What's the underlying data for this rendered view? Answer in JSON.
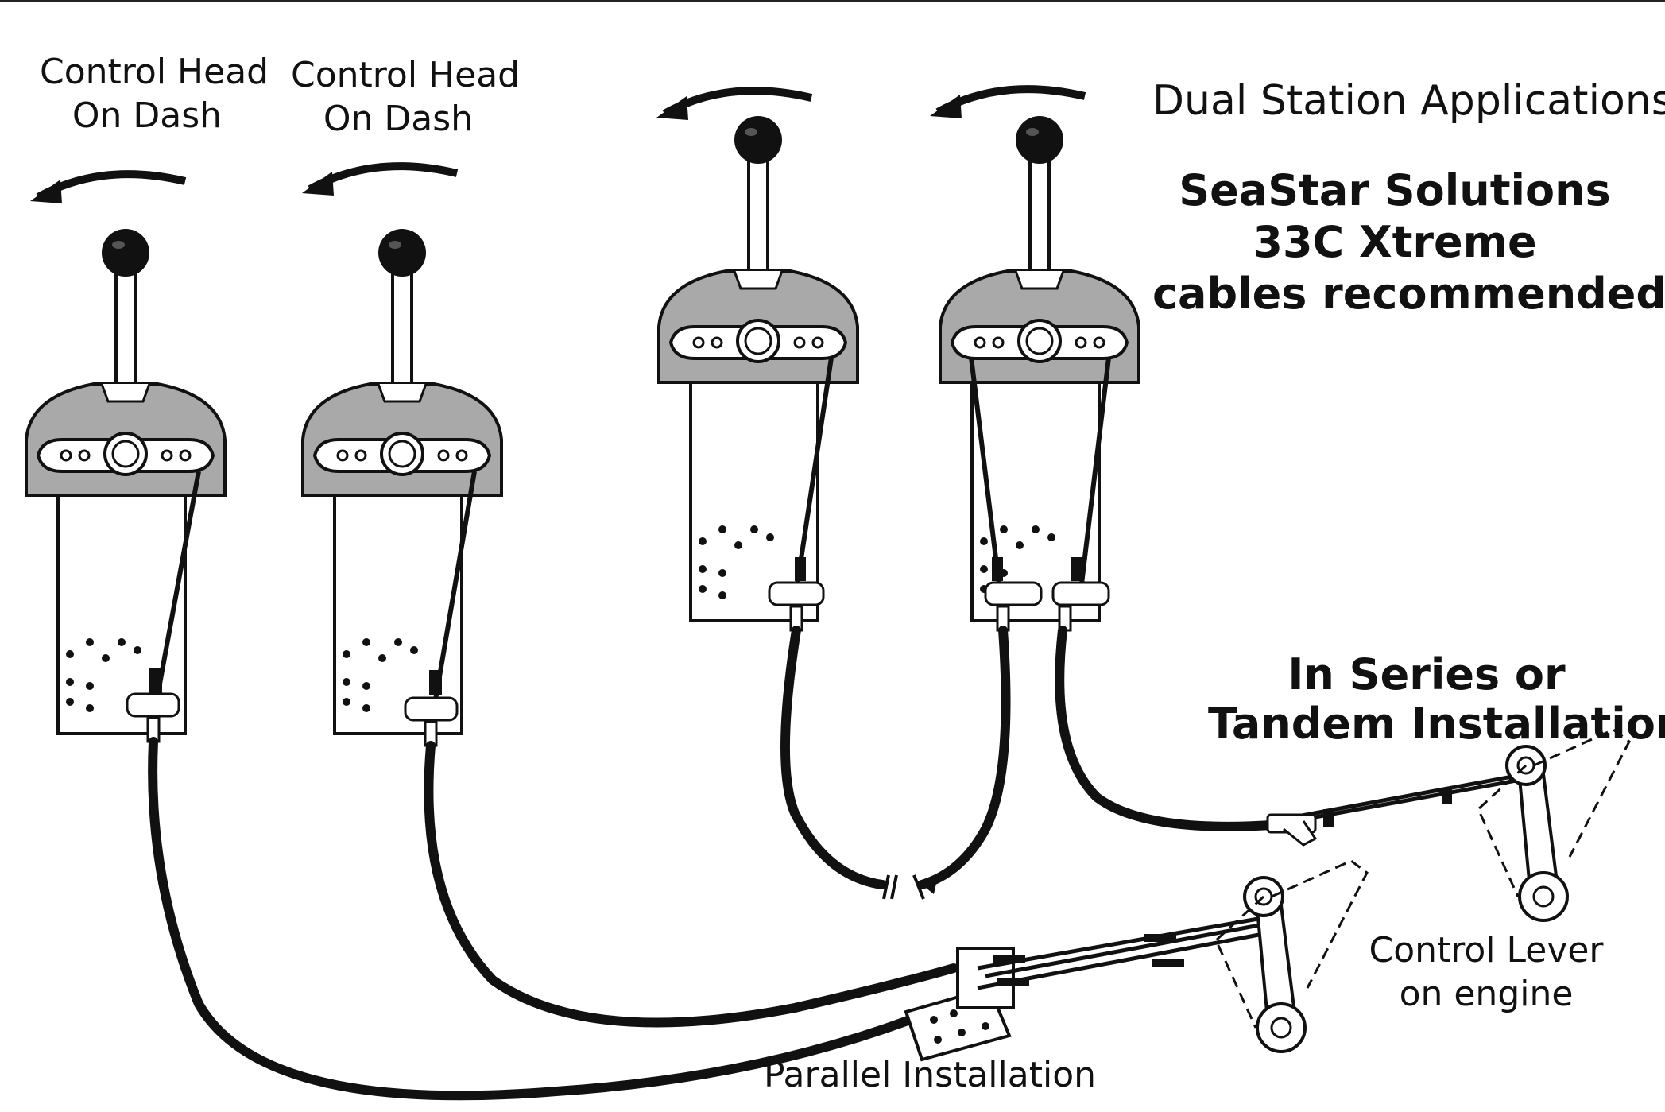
{
  "labels": {
    "head1": [
      "Control Head",
      "On Dash"
    ],
    "head2": [
      "Control Head",
      "On Dash"
    ],
    "dual_station": "Dual Station Applications",
    "recommend": [
      "SeaStar Solutions",
      "33C Xtreme",
      "cables recommended"
    ],
    "series": [
      "In Series or",
      "Tandem Installation"
    ],
    "control_lever": [
      "Control Lever",
      "on engine"
    ],
    "parallel": "Parallel Installation"
  },
  "colors": {
    "ink": "#111111",
    "housing": "#a9a9a9",
    "background": "#ffffff"
  },
  "icons": [
    "control-head-icon",
    "lever-knob-icon",
    "rotation-arrow-icon",
    "push-pull-cable-icon",
    "engine-control-lever-icon",
    "mounting-bracket-icon"
  ]
}
